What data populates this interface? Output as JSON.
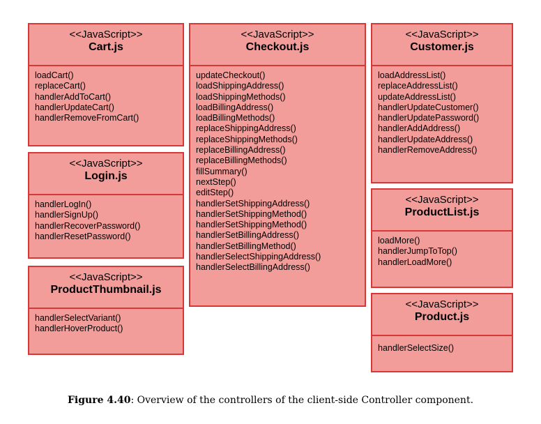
{
  "classes": {
    "cart": {
      "stereotype": "<<JavaScript>>",
      "name": "Cart.js",
      "methods": [
        "loadCart()",
        "replaceCart()",
        "handlerAddToCart()",
        "handlerUpdateCart()",
        "handlerRemoveFromCart()"
      ]
    },
    "login": {
      "stereotype": "<<JavaScript>>",
      "name": "Login.js",
      "methods": [
        "handlerLogIn()",
        "handlerSignUp()",
        "handlerRecoverPassword()",
        "handlerResetPassword()"
      ]
    },
    "productThumbnail": {
      "stereotype": "<<JavaScript>>",
      "name": "ProductThumbnail.js",
      "methods": [
        "handlerSelectVariant()",
        "handlerHoverProduct()"
      ]
    },
    "checkout": {
      "stereotype": "<<JavaScript>>",
      "name": "Checkout.js",
      "methods": [
        "updateCheckout()",
        "loadShippingAddress()",
        "loadShippingMethods()",
        "loadBillingAddress()",
        "loadBillingMethods()",
        "replaceShippingAddress()",
        "replaceShippingMethods()",
        "replaceBillingAddress()",
        "replaceBillingMethods()",
        "fillSummary()",
        "nextStep()",
        "editStep()",
        "handlerSetShippingAddress()",
        "handlerSetShippingMethod()",
        "handlerSetShippingMethod()",
        "handlerSetBillingAddress()",
        "handlerSetBillingMethod()",
        "handlerSelectShippingAddress()",
        "handlerSelectBillingAddress()"
      ]
    },
    "customer": {
      "stereotype": "<<JavaScript>>",
      "name": "Customer.js",
      "methods": [
        "loadAddressList()",
        "replaceAddressList()",
        "updateAddressList()",
        "handlerUpdateCustomer()",
        "handlerUpdatePassword()",
        "handlerAddAddress()",
        "handlerUpdateAddress()",
        "handlerRemoveAddress()"
      ]
    },
    "productList": {
      "stereotype": "<<JavaScript>>",
      "name": "ProductList.js",
      "methods": [
        "loadMore()",
        "handlerJumpToTop()",
        "handlerLoadMore()"
      ]
    },
    "product": {
      "stereotype": "<<JavaScript>>",
      "name": "Product.js",
      "methods": [
        "handlerSelectSize()"
      ]
    }
  },
  "caption": {
    "label": "Figure 4.40",
    "text": ": Overview of the controllers of the client-side Controller component."
  },
  "colors": {
    "fill": "#f29d9a",
    "border": "#d63838"
  }
}
